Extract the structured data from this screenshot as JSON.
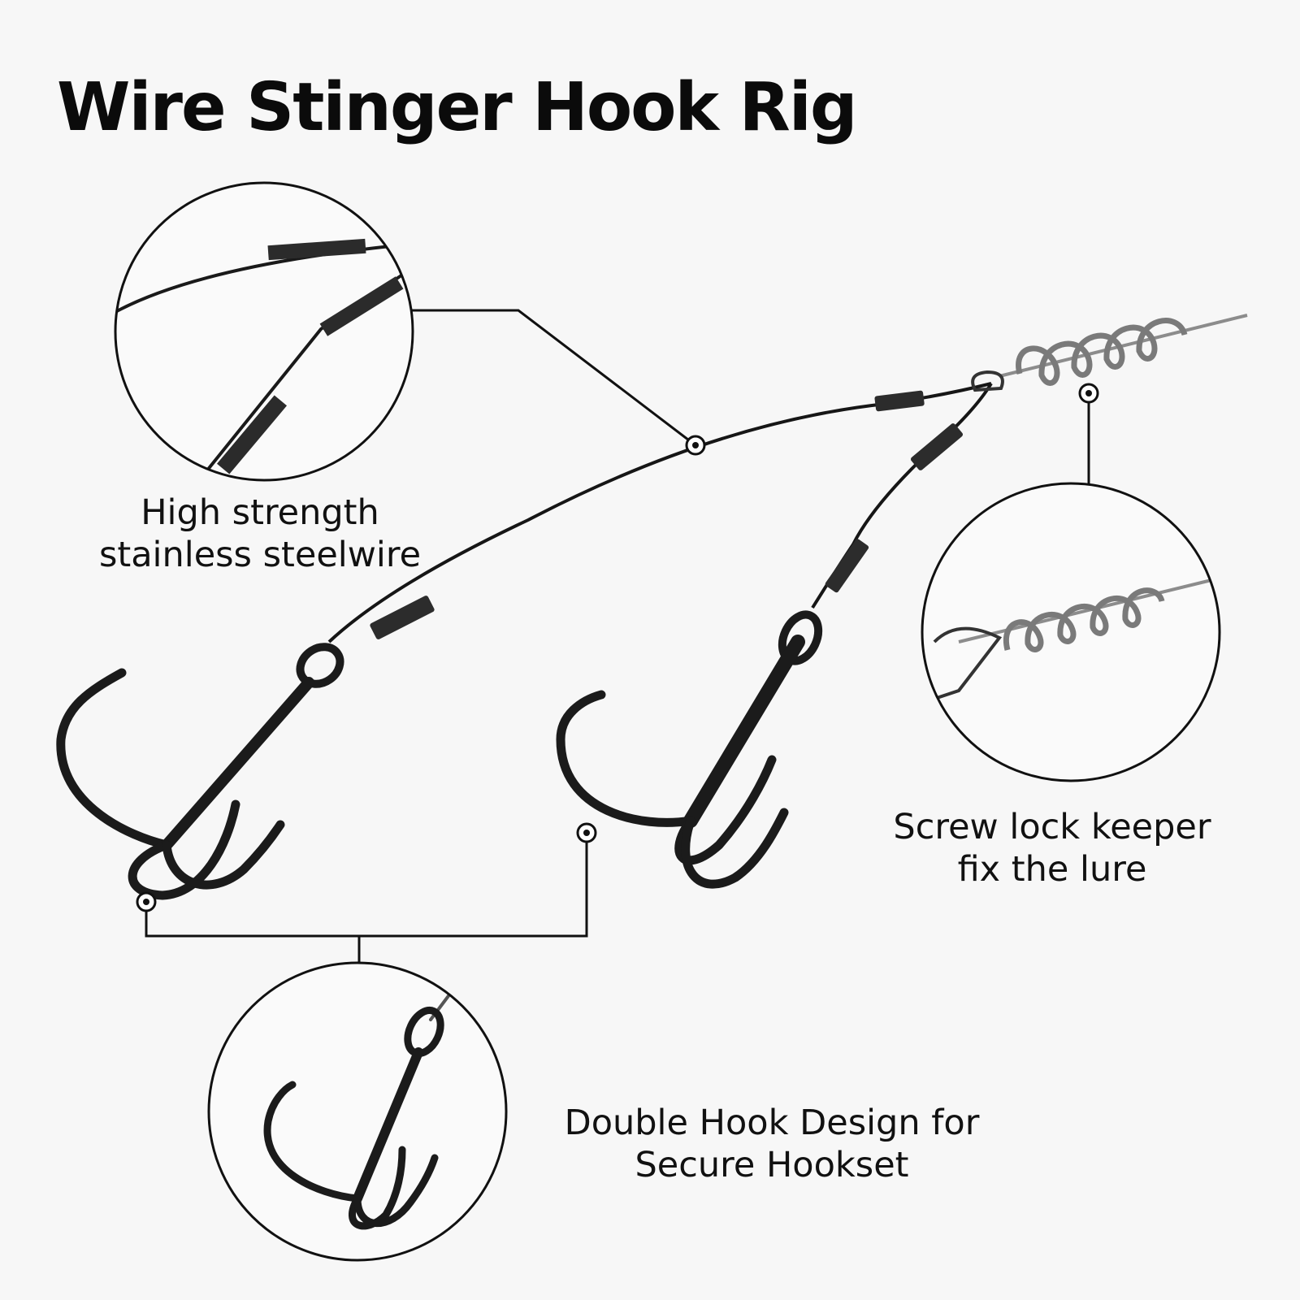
{
  "title": "Wire Stinger Hook Rig",
  "features": [
    {
      "line1": "High strength",
      "line2": "stainless steelwire"
    },
    {
      "line1": "Screw lock keeper",
      "line2": "fix the lure"
    },
    {
      "line1": "Double Hook Design for",
      "line2": "Secure Hookset"
    }
  ],
  "colors": {
    "background": "#f7f7f7",
    "text": "#111111",
    "hook_metal": "#1b1b1b",
    "spring_metal": "#9b9b9b"
  }
}
